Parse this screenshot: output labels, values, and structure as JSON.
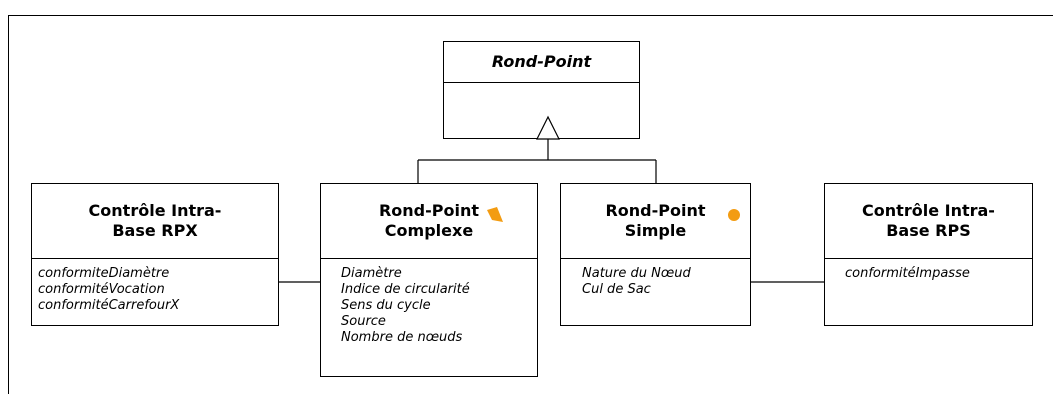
{
  "diagram": {
    "parent": {
      "name": "Rond-Point"
    },
    "classes": [
      {
        "key": "ctrl_rpx",
        "title_line1": "Contrôle Intra-",
        "title_line2": "Base RPX",
        "attributes": [
          "conformiteDiamètre",
          "conformitéVocation",
          "conformitéCarrefourX"
        ]
      },
      {
        "key": "rp_complexe",
        "title_line1": "Rond-Point",
        "title_line2": "Complexe",
        "icon": "orange-wedge-icon",
        "attributes": [
          "Diamètre",
          "Indice de circularité",
          "Sens du cycle",
          "Source",
          "Nombre de nœuds"
        ]
      },
      {
        "key": "rp_simple",
        "title_line1": "Rond-Point",
        "title_line2": "Simple",
        "icon": "orange-dot-icon",
        "attributes": [
          "Nature du Nœud",
          "Cul de Sac"
        ]
      },
      {
        "key": "ctrl_rps",
        "title_line1": "Contrôle Intra-",
        "title_line2": "Base RPS",
        "attributes": [
          "conformitéImpasse"
        ]
      }
    ]
  },
  "colors": {
    "accent": "#f39c12",
    "line": "#000000"
  }
}
